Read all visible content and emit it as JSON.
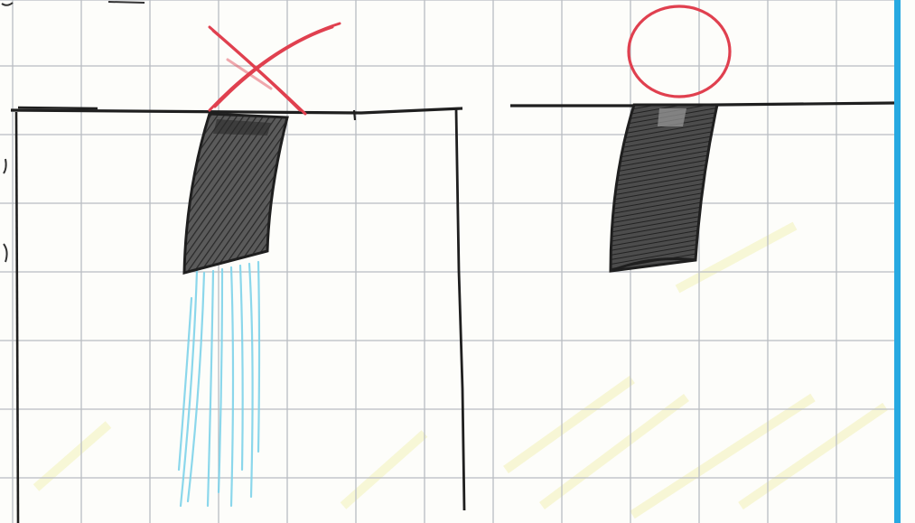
{
  "sketch": {
    "colors": {
      "paper": "#fdfdfa",
      "grid": "#b9bdc2",
      "ink": "#1f1f1f",
      "fill_dark": "#4a4a4a",
      "red_mark": "#e0404f",
      "water": "#7fd3ea",
      "margin_blue": "#27a9e1"
    },
    "panels": [
      {
        "id": "left",
        "mark": "cross",
        "mark_meaning": "incorrect",
        "has_flow": true
      },
      {
        "id": "right",
        "mark": "circle",
        "mark_meaning": "correct",
        "has_flow": false
      }
    ]
  }
}
